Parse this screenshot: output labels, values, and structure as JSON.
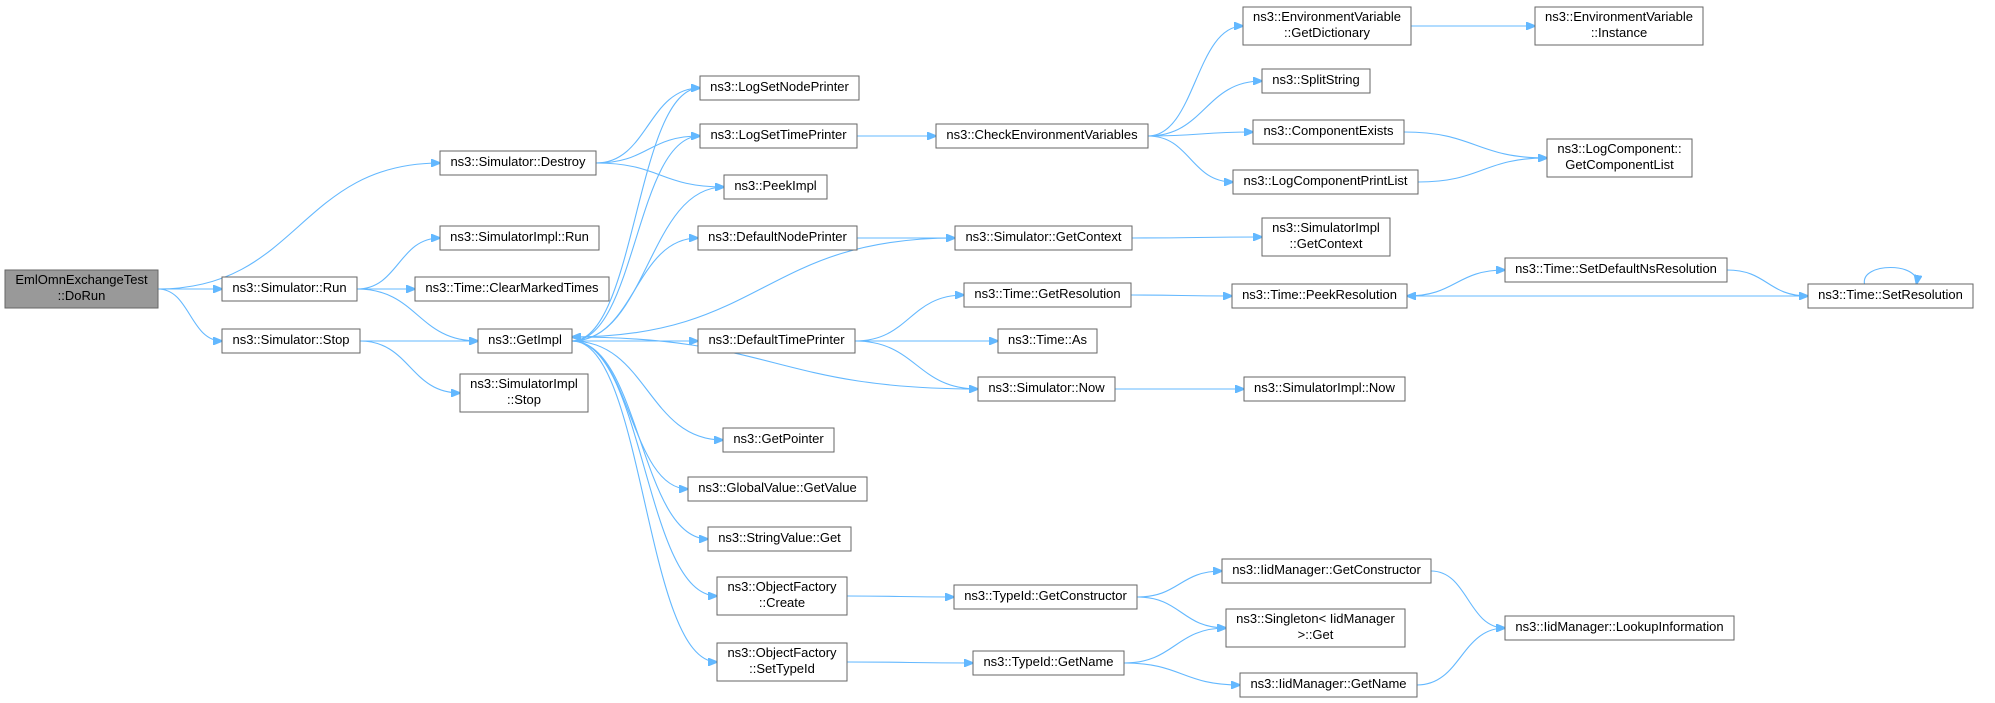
{
  "graph": {
    "root": "n_emlomn",
    "edge_color": "#63b8ff",
    "root_fill": "#999999",
    "node_border": "#666666",
    "nodes": [
      {
        "id": "n_emlomn",
        "label": [
          "EmlOmnExchangeTest",
          "::DoRun"
        ],
        "root": true
      },
      {
        "id": "n_destroy",
        "label": [
          "ns3::Simulator::Destroy"
        ]
      },
      {
        "id": "n_run",
        "label": [
          "ns3::Simulator::Run"
        ]
      },
      {
        "id": "n_stop",
        "label": [
          "ns3::Simulator::Stop"
        ]
      },
      {
        "id": "n_logsetnodeprinter",
        "label": [
          "ns3::LogSetNodePrinter"
        ]
      },
      {
        "id": "n_logsettimeprinter",
        "label": [
          "ns3::LogSetTimePrinter"
        ]
      },
      {
        "id": "n_peekimpl",
        "label": [
          "ns3::PeekImpl"
        ]
      },
      {
        "id": "n_simimplrun",
        "label": [
          "ns3::SimulatorImpl::Run"
        ]
      },
      {
        "id": "n_clearmarked",
        "label": [
          "ns3::Time::ClearMarkedTimes"
        ]
      },
      {
        "id": "n_getimpl",
        "label": [
          "ns3::GetImpl"
        ]
      },
      {
        "id": "n_simimplstop",
        "label": [
          "ns3::SimulatorImpl",
          "::Stop"
        ]
      },
      {
        "id": "n_checkenv",
        "label": [
          "ns3::CheckEnvironmentVariables"
        ]
      },
      {
        "id": "n_envgetdict",
        "label": [
          "ns3::EnvironmentVariable",
          "::GetDictionary"
        ]
      },
      {
        "id": "n_envinstance",
        "label": [
          "ns3::EnvironmentVariable",
          "::Instance"
        ]
      },
      {
        "id": "n_splitstring",
        "label": [
          "ns3::SplitString"
        ]
      },
      {
        "id": "n_compexists",
        "label": [
          "ns3::ComponentExists"
        ]
      },
      {
        "id": "n_logcompprint",
        "label": [
          "ns3::LogComponentPrintList"
        ]
      },
      {
        "id": "n_getcomplist",
        "label": [
          "ns3::LogComponent::",
          "GetComponentList"
        ]
      },
      {
        "id": "n_defnodeprinter",
        "label": [
          "ns3::DefaultNodePrinter"
        ]
      },
      {
        "id": "n_simgetcontext",
        "label": [
          "ns3::Simulator::GetContext"
        ]
      },
      {
        "id": "n_simimplgetcontext",
        "label": [
          "ns3::SimulatorImpl",
          "::GetContext"
        ]
      },
      {
        "id": "n_deftimeprinter",
        "label": [
          "ns3::DefaultTimePrinter"
        ]
      },
      {
        "id": "n_timegetres",
        "label": [
          "ns3::Time::GetResolution"
        ]
      },
      {
        "id": "n_timepeekres",
        "label": [
          "ns3::Time::PeekResolution"
        ]
      },
      {
        "id": "n_setdefaultns",
        "label": [
          "ns3::Time::SetDefaultNsResolution"
        ]
      },
      {
        "id": "n_setres",
        "label": [
          "ns3::Time::SetResolution"
        ]
      },
      {
        "id": "n_timeas",
        "label": [
          "ns3::Time::As"
        ]
      },
      {
        "id": "n_simnow",
        "label": [
          "ns3::Simulator::Now"
        ]
      },
      {
        "id": "n_simimplnow",
        "label": [
          "ns3::SimulatorImpl::Now"
        ]
      },
      {
        "id": "n_getpointer",
        "label": [
          "ns3::GetPointer"
        ]
      },
      {
        "id": "n_globalgetvalue",
        "label": [
          "ns3::GlobalValue::GetValue"
        ]
      },
      {
        "id": "n_stringget",
        "label": [
          "ns3::StringValue::Get"
        ]
      },
      {
        "id": "n_ofcreate",
        "label": [
          "ns3::ObjectFactory",
          "::Create"
        ]
      },
      {
        "id": "n_ofsettypeid",
        "label": [
          "ns3::ObjectFactory",
          "::SetTypeId"
        ]
      },
      {
        "id": "n_typeidgetctor",
        "label": [
          "ns3::TypeId::GetConstructor"
        ]
      },
      {
        "id": "n_typeidgetname",
        "label": [
          "ns3::TypeId::GetName"
        ]
      },
      {
        "id": "n_iidgetctor",
        "label": [
          "ns3::IidManager::GetConstructor"
        ]
      },
      {
        "id": "n_singletonget",
        "label": [
          "ns3::Singleton< IidManager",
          ">::Get"
        ]
      },
      {
        "id": "n_iidgetname",
        "label": [
          "ns3::IidManager::GetName"
        ]
      },
      {
        "id": "n_iidlookup",
        "label": [
          "ns3::IidManager::LookupInformation"
        ]
      }
    ],
    "edges": [
      [
        "n_emlomn",
        "n_destroy"
      ],
      [
        "n_emlomn",
        "n_run"
      ],
      [
        "n_emlomn",
        "n_stop"
      ],
      [
        "n_destroy",
        "n_logsetnodeprinter"
      ],
      [
        "n_destroy",
        "n_logsettimeprinter"
      ],
      [
        "n_destroy",
        "n_peekimpl"
      ],
      [
        "n_run",
        "n_simimplrun"
      ],
      [
        "n_run",
        "n_clearmarked"
      ],
      [
        "n_run",
        "n_getimpl"
      ],
      [
        "n_stop",
        "n_getimpl"
      ],
      [
        "n_stop",
        "n_simimplstop"
      ],
      [
        "n_getimpl",
        "n_logsetnodeprinter"
      ],
      [
        "n_getimpl",
        "n_logsettimeprinter"
      ],
      [
        "n_getimpl",
        "n_peekimpl"
      ],
      [
        "n_getimpl",
        "n_defnodeprinter"
      ],
      [
        "n_getimpl",
        "n_deftimeprinter"
      ],
      [
        "n_getimpl",
        "n_getpointer"
      ],
      [
        "n_getimpl",
        "n_globalgetvalue"
      ],
      [
        "n_getimpl",
        "n_stringget"
      ],
      [
        "n_getimpl",
        "n_ofcreate"
      ],
      [
        "n_getimpl",
        "n_ofsettypeid"
      ],
      [
        "n_logsettimeprinter",
        "n_checkenv"
      ],
      [
        "n_checkenv",
        "n_envgetdict"
      ],
      [
        "n_checkenv",
        "n_splitstring"
      ],
      [
        "n_checkenv",
        "n_compexists"
      ],
      [
        "n_checkenv",
        "n_logcompprint"
      ],
      [
        "n_envgetdict",
        "n_envinstance"
      ],
      [
        "n_compexists",
        "n_getcomplist"
      ],
      [
        "n_logcompprint",
        "n_getcomplist"
      ],
      [
        "n_defnodeprinter",
        "n_simgetcontext"
      ],
      [
        "n_simgetcontext",
        "n_simimplgetcontext"
      ],
      [
        "n_simgetcontext",
        "n_getimpl"
      ],
      [
        "n_deftimeprinter",
        "n_timegetres"
      ],
      [
        "n_deftimeprinter",
        "n_timeas"
      ],
      [
        "n_deftimeprinter",
        "n_simnow"
      ],
      [
        "n_timegetres",
        "n_timepeekres"
      ],
      [
        "n_timepeekres",
        "n_setdefaultns"
      ],
      [
        "n_setdefaultns",
        "n_setres"
      ],
      [
        "n_setres",
        "n_timepeekres"
      ],
      [
        "n_setres",
        "n_setres"
      ],
      [
        "n_simnow",
        "n_simimplnow"
      ],
      [
        "n_simnow",
        "n_getimpl"
      ],
      [
        "n_ofcreate",
        "n_typeidgetctor"
      ],
      [
        "n_ofsettypeid",
        "n_typeidgetname"
      ],
      [
        "n_typeidgetctor",
        "n_iidgetctor"
      ],
      [
        "n_typeidgetctor",
        "n_singletonget"
      ],
      [
        "n_typeidgetname",
        "n_singletonget"
      ],
      [
        "n_typeidgetname",
        "n_iidgetname"
      ],
      [
        "n_iidgetctor",
        "n_iidlookup"
      ],
      [
        "n_iidgetname",
        "n_iidlookup"
      ]
    ]
  }
}
